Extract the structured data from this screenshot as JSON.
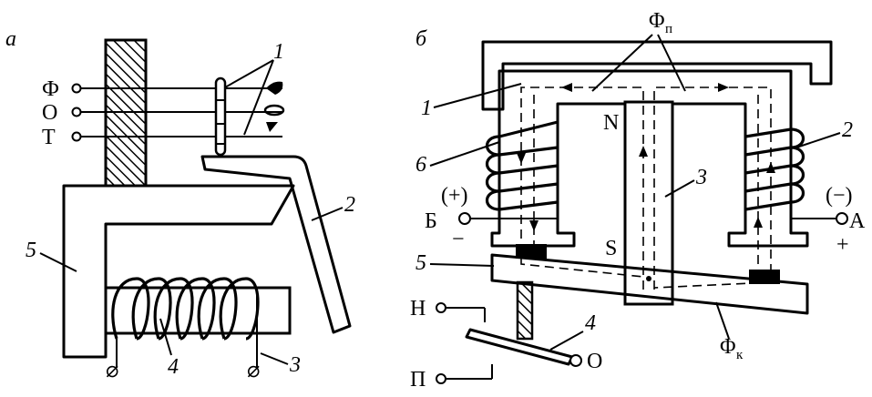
{
  "panel_a": {
    "label": "а",
    "terminals": [
      "Ф",
      "О",
      "Т"
    ],
    "callouts": {
      "contacts": "1",
      "armature": "2",
      "lead": "3",
      "coil": "4",
      "core": "5"
    }
  },
  "panel_b": {
    "label": "б",
    "flux_main": {
      "symbol": "Φ",
      "sub": "п"
    },
    "flux_k": {
      "symbol": "Φ",
      "sub": "к"
    },
    "pole_n": "N",
    "pole_s": "S",
    "term_b": "Б",
    "term_b_pol_top": "(+)",
    "term_b_pol_bot": "−",
    "term_a": "А",
    "term_a_pol_top": "(−)",
    "term_a_pol_bot": "+",
    "term_h": "Н",
    "term_o": "О",
    "term_p": "П",
    "callouts": {
      "yoke": "1",
      "coil_right": "2",
      "magnet": "3",
      "contact": "4",
      "armature": "5",
      "coil_left": "6"
    }
  }
}
